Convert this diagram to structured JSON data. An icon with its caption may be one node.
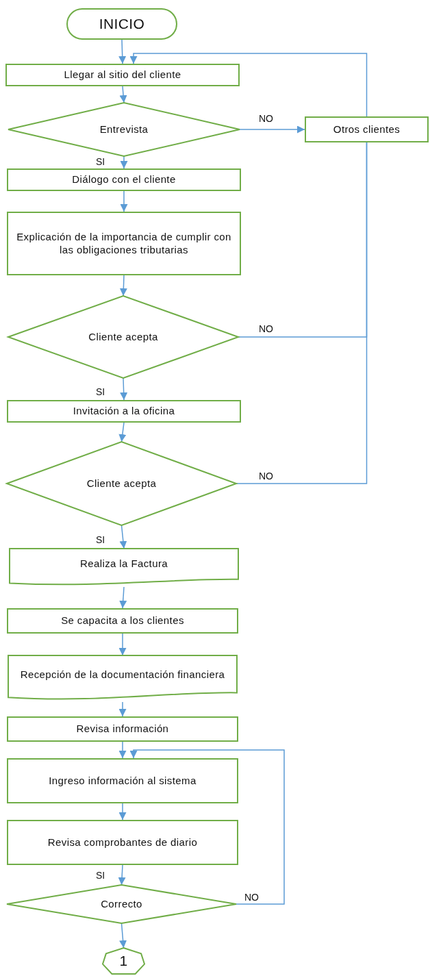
{
  "diagram": {
    "nodes": [
      {
        "text": [
          "INICIO"
        ]
      },
      {
        "text": [
          "Llegar al sitio del cliente"
        ]
      },
      {
        "text": [
          "Entrevista"
        ]
      },
      {
        "text": [
          "Otros clientes"
        ]
      },
      {
        "text": [
          "Diálogo con el cliente"
        ]
      },
      {
        "text": [
          "Explicación de la importancia de cumplir con las obligaciones tributarias"
        ]
      },
      {
        "text": [
          "Cliente acepta"
        ]
      },
      {
        "text": [
          "Invitación a la oficina"
        ]
      },
      {
        "text": [
          "Cliente acepta"
        ]
      },
      {
        "text": [
          "Realiza la Factura"
        ]
      },
      {
        "text": [
          "Se capacita a los clientes"
        ]
      },
      {
        "text": [
          "Recepción de la documentación financiera"
        ]
      },
      {
        "text": [
          "Revisa información"
        ]
      },
      {
        "text": [
          "Ingreso información al sistema"
        ]
      },
      {
        "text": [
          "Revisa comprobantes de diario"
        ]
      },
      {
        "text": [
          "Correcto"
        ]
      },
      {
        "text": [
          "1"
        ]
      }
    ],
    "edges": [
      {
        "from": 0,
        "to": 1,
        "arrow": "to"
      },
      {
        "from": 1,
        "to": 2,
        "arrow": "to"
      },
      {
        "from": 2,
        "to": 3,
        "arrow": "to",
        "label": "NO"
      },
      {
        "from": 3,
        "to": 1,
        "arrow": "to"
      },
      {
        "from": 2,
        "to": 4,
        "arrow": "to",
        "label": "SI"
      },
      {
        "from": 4,
        "to": 5,
        "arrow": "to"
      },
      {
        "from": 5,
        "to": 6,
        "arrow": "to"
      },
      {
        "from": 6,
        "to": 3,
        "arrow": "none",
        "label": "NO"
      },
      {
        "from": 6,
        "to": 7,
        "arrow": "to",
        "label": "SI"
      },
      {
        "from": 7,
        "to": 8,
        "arrow": "to"
      },
      {
        "from": 8,
        "to": 3,
        "arrow": "none",
        "label": "NO"
      },
      {
        "from": 8,
        "to": 9,
        "arrow": "to",
        "label": "SI"
      },
      {
        "from": 9,
        "to": 10,
        "arrow": "to"
      },
      {
        "from": 10,
        "to": 11,
        "arrow": "to"
      },
      {
        "from": 11,
        "to": 12,
        "arrow": "to"
      },
      {
        "from": 12,
        "to": 13,
        "arrow": "to"
      },
      {
        "from": 13,
        "to": 14,
        "arrow": "to"
      },
      {
        "from": 14,
        "to": 15,
        "arrow": "to",
        "label": "SI"
      },
      {
        "from": 15,
        "to": 13,
        "arrow": "to",
        "label": "NO"
      },
      {
        "from": 15,
        "to": 16,
        "arrow": "to"
      }
    ]
  }
}
